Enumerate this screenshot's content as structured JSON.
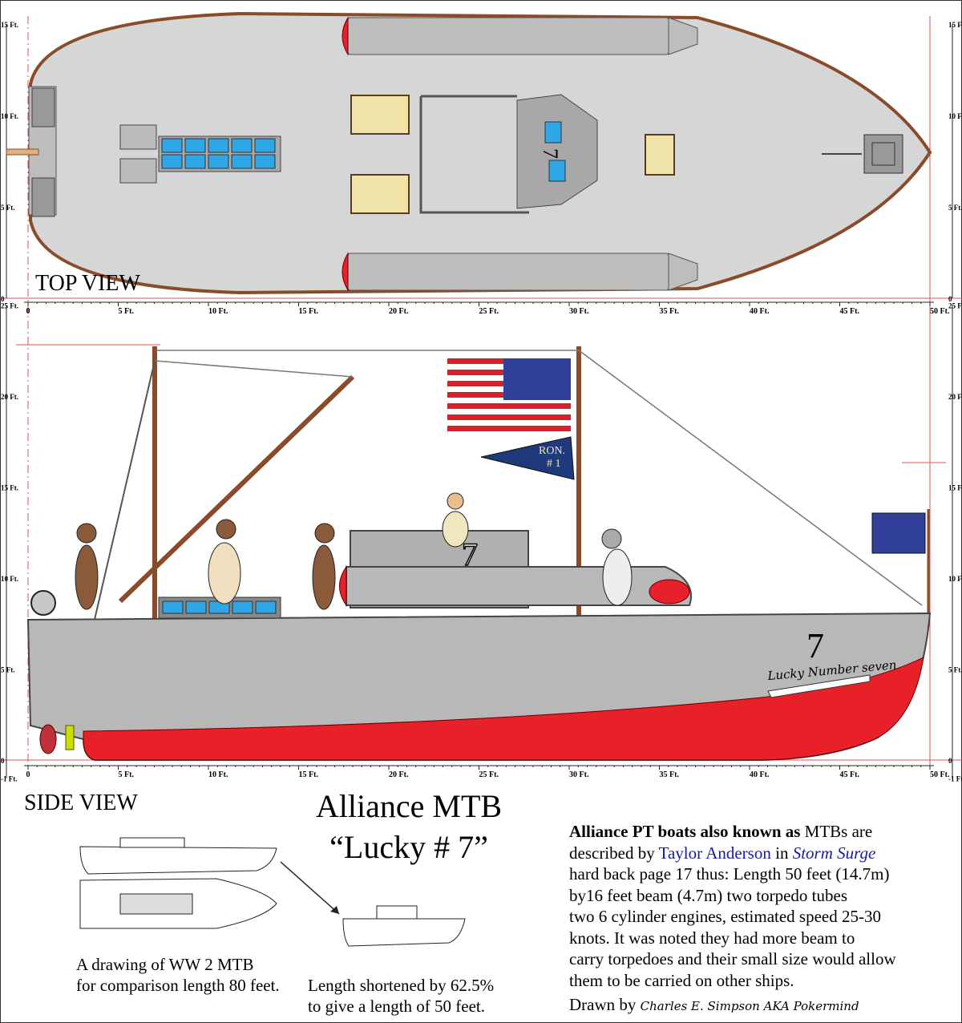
{
  "colors": {
    "deck": "#d6d6d6",
    "hull": "#b8b8b8",
    "bottom": "#e8202a",
    "wood": "#8a4b2a",
    "grid": "#e05050",
    "window": "#2ea6e8",
    "flag_blue": "#1e3a7a"
  },
  "top_view": {
    "label": "TOP VIEW",
    "boat_number": "7"
  },
  "side_view": {
    "label": "SIDE VIEW",
    "boat_number": "7",
    "hull_name": "Lucky Number seven",
    "pennant_line1": "RON.",
    "pennant_line2": "# 1"
  },
  "ruler": {
    "x_labels": [
      "0",
      "5 Ft.",
      "10 Ft.",
      "15 Ft.",
      "20 Ft.",
      "25 Ft.",
      "30 Ft.",
      "35 Ft.",
      "40 Ft.",
      "45 Ft.",
      "50 Ft."
    ],
    "top_y_labels": [
      "15 Ft.",
      "10 Ft.",
      "5 Ft.",
      "0"
    ],
    "side_y_labels": [
      "25 Ft.",
      "20 Ft.",
      "15 Ft.",
      "10 Ft.",
      "5 Ft.",
      "0",
      "-1 Ft."
    ]
  },
  "title": {
    "line1": "Alliance MTB",
    "line2": "“Lucky # 7”"
  },
  "captions": {
    "ww2_line1": "A drawing of WW 2 MTB",
    "ww2_line2": "for comparison length 80 feet.",
    "short_line1": "Length shortened by 62.5%",
    "short_line2": "to give a length of 50 feet."
  },
  "description": {
    "bold": "Alliance PT boats also known as",
    "l1_rest": " MTBs are",
    "l2_a": "described by ",
    "author": "Taylor Anderson",
    "l2_b": " in ",
    "book": "Storm Surge",
    "l3": "hard back page 17 thus: Length 50 feet (14.7m)",
    "l4": "by16 feet beam (4.7m) two torpedo tubes",
    "l5": "two 6 cylinder engines,  estimated speed 25-30",
    "l6": "knots.  It was noted they had more  beam to",
    "l7": "carry torpedoes and their small size would allow",
    "l8": "them to be carried on other ships.",
    "drawn_by": "Drawn by",
    "signature": "Charles E. Simpson AKA Pokermind"
  }
}
